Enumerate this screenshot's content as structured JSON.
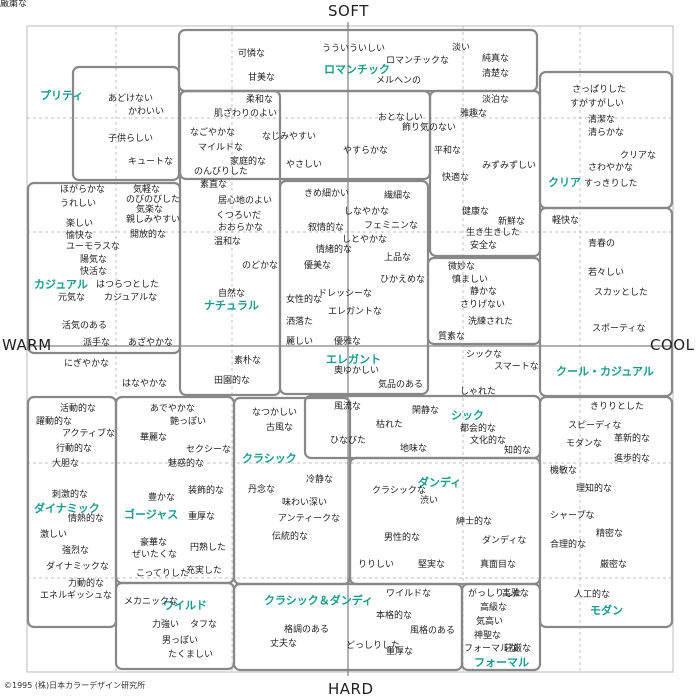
{
  "axes": {
    "top": "SOFT",
    "bottom": "HARD",
    "left": "WARM",
    "right": "COOL"
  },
  "copyright": "©1995 (株)日本カラーデザイン研究所",
  "colors": {
    "group_label": "#1a9a8c",
    "box_border": "#888888",
    "grid": "#999999"
  },
  "groups": [
    "プリティ",
    "ロマンチック",
    "クリア",
    "カジュアル",
    "ナチュラル",
    "エレガント",
    "クール・カジュアル",
    "シック",
    "クラシック",
    "ダンディ",
    "ダイナミック",
    "ゴージャス",
    "ワイルド",
    "クラシック＆ダンディ",
    "フォーマル",
    "モダン"
  ],
  "words": [
    "あどけない",
    "かわいい",
    "子供らしい",
    "キュートな",
    "可憐な",
    "甘美な",
    "うういういしい",
    "ロマンチックな",
    "淡い",
    "純真な",
    "メルヘンの",
    "清楚な",
    "さっぱりした",
    "すがすがしい",
    "清潔な",
    "清らかな",
    "クリアな",
    "さわやかな",
    "すっきりした",
    "ほがらかな",
    "うれしい",
    "気軽な",
    "のびのびした",
    "気楽な",
    "親しみやすい",
    "開放的な",
    "楽しい",
    "愉快な",
    "ユーモラスな",
    "陽気な",
    "快活な",
    "はつらつとした",
    "元気な",
    "カジュアルな",
    "活気のある",
    "派手な",
    "あざやかな",
    "にぎやかな",
    "はなやかな",
    "柔和な",
    "肌ざわりのよい",
    "なごやかな",
    "マイルドな",
    "家庭的な",
    "のんびりした",
    "素直な",
    "なじみやすい",
    "やさしい",
    "居心地のよい",
    "くつろいだ",
    "おおらかな",
    "温和な",
    "のどかな",
    "自然な",
    "素朴な",
    "田園的な",
    "おとなしい",
    "雅趣な",
    "飾り気のない",
    "淡泊な",
    "やすらかな",
    "平和な",
    "快適な",
    "みずみずしい",
    "健康な",
    "新鮮な",
    "生き生きした",
    "安全な",
    "きめ細かい",
    "繊細な",
    "しなやかな",
    "叙情的な",
    "フェミニンな",
    "しとやかな",
    "情緒的な",
    "上品な",
    "優美な",
    "ひかえめな",
    "女性的な",
    "ドレッシーな",
    "エレガントな",
    "洒落た",
    "麗しい",
    "優雅な",
    "奥ゆかしい",
    "気品のある",
    "軽快な",
    "青春の",
    "若々しい",
    "スカッとした",
    "スポーティな",
    "微妙な",
    "慎ましい",
    "静かな",
    "さりげない",
    "洗練された",
    "質素な",
    "シックな",
    "スマートな",
    "しゃれた",
    "活動的な",
    "躍動的な",
    "アクティブな",
    "行動的な",
    "大胆な",
    "刺激的な",
    "情熱的な",
    "激しい",
    "強烈な",
    "ダイナミックな",
    "力動的な",
    "エネルギッシュな",
    "あでやかな",
    "艶っぽい",
    "華麗な",
    "セクシーな",
    "魅惑的な",
    "装飾的な",
    "豊かな",
    "重厚な",
    "豪華な",
    "ぜいたくな",
    "円熟した",
    "充実した",
    "こってりした",
    "なつかしい",
    "古風な",
    "風流な",
    "閑静な",
    "枯れた",
    "ひなびた",
    "地味な",
    "都会的な",
    "文化的な",
    "知的な",
    "冷静な",
    "丹念な",
    "味わい深い",
    "アンティークな",
    "伝統的な",
    "クラシックな",
    "渋い",
    "紳士的な",
    "男性的な",
    "ダンディな",
    "りりしい",
    "堅実な",
    "真面目な",
    "きりりとした",
    "スピーディな",
    "モダンな",
    "革新的な",
    "進歩的な",
    "機敏な",
    "理知的な",
    "シャープな",
    "精密な",
    "合理的な",
    "厳密な",
    "人工的な",
    "メカニックな",
    "力強い",
    "タフな",
    "男っぽい",
    "たくましい",
    "ワイルドな",
    "本格的な",
    "風格のある",
    "格調のある",
    "丈夫な",
    "どっしりした",
    "重厚な",
    "がっしりした",
    "高雅な",
    "高級な",
    "気高い",
    "神聖な",
    "フォーマルな",
    "荘厳な",
    "厳粛な"
  ]
}
